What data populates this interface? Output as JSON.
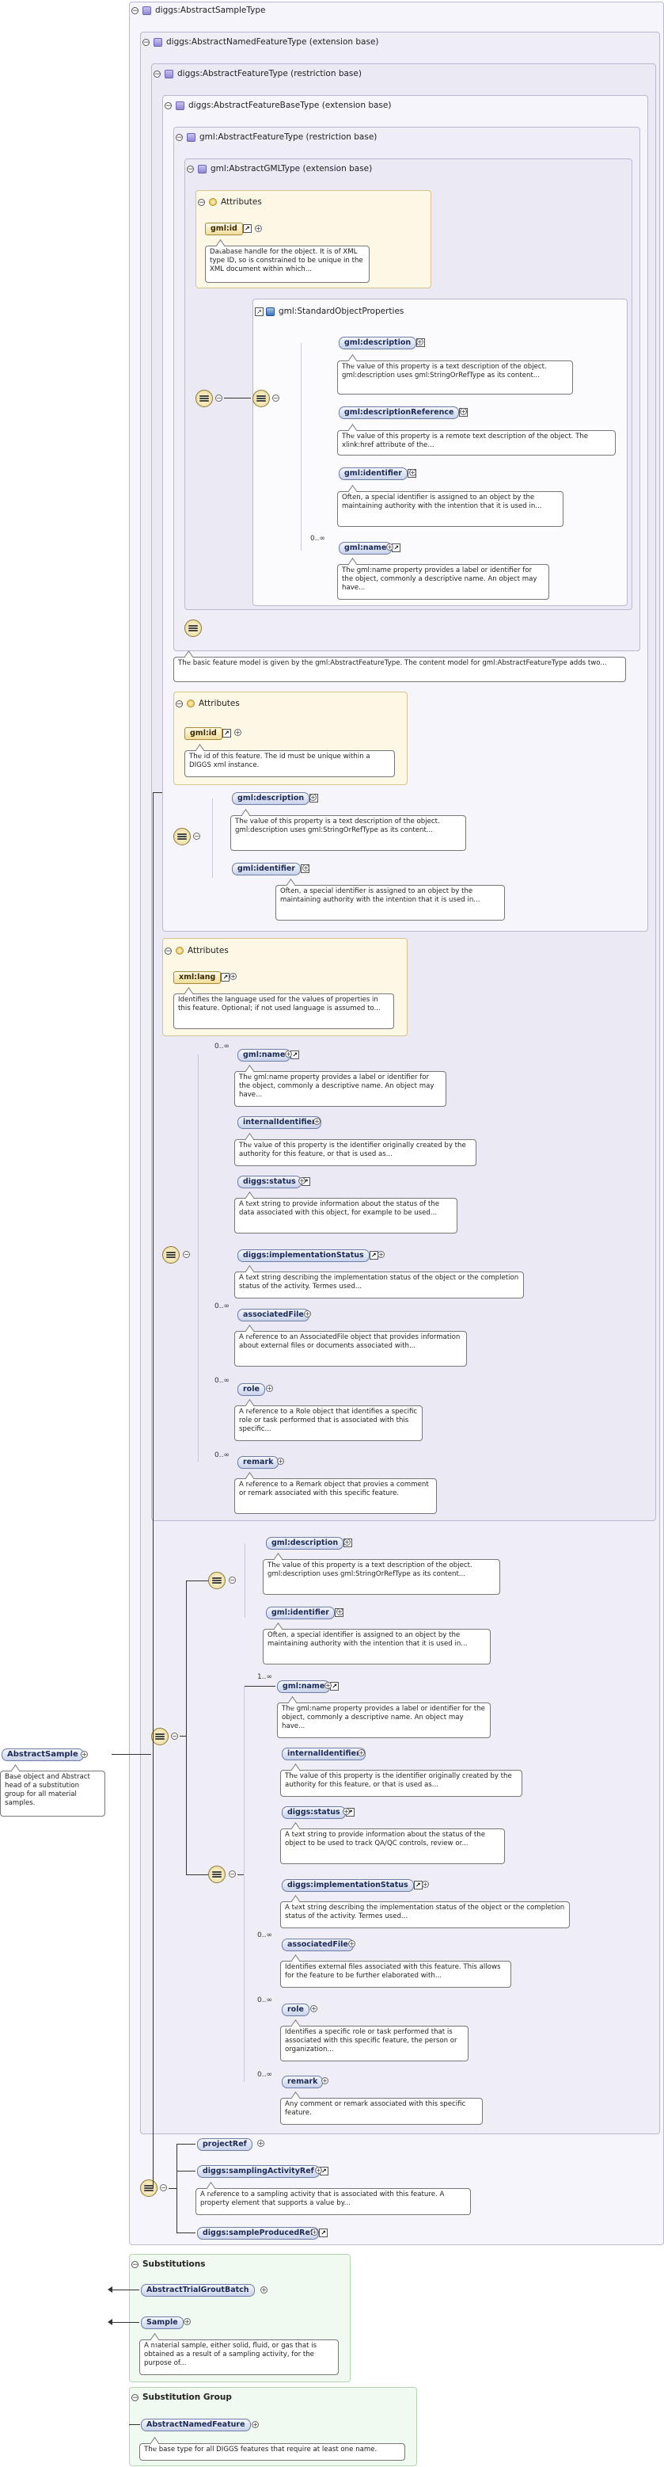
{
  "headers": {
    "abstract_sample_type": "diggs:AbstractSampleType",
    "abstract_named_feature_type": "diggs:AbstractNamedFeatureType (extension base)",
    "abstract_feature_type": "diggs:AbstractFeatureType (restriction base)",
    "abstract_feature_base_type": "diggs:AbstractFeatureBaseType (extension base)",
    "gml_abstract_feature_type": "gml:AbstractFeatureType (restriction base)",
    "gml_abstract_gml_type": "gml:AbstractGMLType (extension base)",
    "attributes": "Attributes",
    "standard_object_properties": "gml:StandardObjectProperties",
    "substitutions": "Substitutions",
    "substitution_group": "Substitution Group"
  },
  "gml_type_attr": {
    "name": "gml:id",
    "doc": "Database handle for the object. It is of XML type ID, so is constrained to be unique in the XML document within which..."
  },
  "std_props": [
    {
      "name": "gml:description",
      "doc": "The value of this property is a text description of the object. gml:description uses gml:StringOrRefType as its content..."
    },
    {
      "name": "gml:descriptionReference",
      "doc": "The value of this property is a remote text description of the object. The xlink:href attribute of the..."
    },
    {
      "name": "gml:identifier",
      "doc": "Often, a special identifier is assigned to an object by the maintaining authority with the intention that it is used in..."
    },
    {
      "name": "gml:name",
      "card": "0..∞",
      "doc": "The gml:name property provides a label or identifier for the object, commonly a descriptive name. An object may have..."
    }
  ],
  "gml_feature_doc": "The basic feature model is given by the gml:AbstractFeatureType. The content model for gml:AbstractFeatureType adds two...",
  "feature_base_attr": {
    "name": "gml:id",
    "doc": "The id of this feature. The id must be unique within a DIGGS xml instance."
  },
  "feature_base_props": [
    {
      "name": "gml:description",
      "doc": "The value of this property is a text description of the object. gml:description uses gml:StringOrRefType as its content..."
    },
    {
      "name": "gml:identifier",
      "doc": "Often, a special identifier is assigned to an object by the maintaining authority with the intention that it is used in..."
    }
  ],
  "feature_type_attr": {
    "name": "xml:lang",
    "doc": "Identifies the language used for the values of properties in this feature. Optional; if not used language is assumed to..."
  },
  "feature_type_props": [
    {
      "name": "gml:name",
      "card": "0..∞",
      "doc": "The gml:name property provides a label or identifier for the object, commonly a descriptive name. An object may have..."
    },
    {
      "name": "internalIdentifier",
      "doc": "The value of this property is the identifier originally created by the authority for this feature, or that is used as..."
    },
    {
      "name": "diggs:status",
      "doc": "A text string to provide information about the status of the data associated with this object, for example to be used..."
    },
    {
      "name": "diggs:implementationStatus",
      "doc": "A text string describing the implementation status of the object or the completion status of the activity. Termes used..."
    },
    {
      "name": "associatedFile",
      "card": "0..∞",
      "doc": "A reference to an AssociatedFile object that provides information about external files or documents associated with..."
    },
    {
      "name": "role",
      "card": "0..∞",
      "doc": "A reference to a Role object that identifies a specific role or task performed that is associated with this specific..."
    },
    {
      "name": "remark",
      "card": "0..∞",
      "doc": "A reference to a Remark object that provies a comment or remark associated with this specific feature."
    }
  ],
  "named_props_a": [
    {
      "name": "gml:description",
      "doc": "The value of this property is a text description of the object. gml:description uses gml:StringOrRefType as its content..."
    },
    {
      "name": "gml:identifier",
      "doc": "Often, a special identifier is assigned to an object by the maintaining authority with the intention that it is used in..."
    }
  ],
  "named_props_b": [
    {
      "name": "gml:name",
      "card": "1..∞",
      "doc": "The gml:name property provides a label or identifier for the object, commonly a descriptive name. An object may have..."
    },
    {
      "name": "internalIdentifier",
      "doc": "The value of this property is the identifier originally created by the authority for this feature, or that is used as..."
    },
    {
      "name": "diggs:status",
      "doc": "A text string to provide information about the status of the object to be used to track QA/QC controls, review or..."
    },
    {
      "name": "diggs:implementationStatus",
      "doc": "A text string describing the implementation status of the object or the completion status of the activity. Termes used..."
    },
    {
      "name": "associatedFile",
      "card": "0..∞",
      "doc": "Identifies external files associated with this feature. This allows for the feature to be further elaborated with..."
    },
    {
      "name": "role",
      "card": "0..∞",
      "doc": "Identifies a specific role or task performed that is associated with this specific feature, the person or organization..."
    },
    {
      "name": "remark",
      "card": "0..∞",
      "doc": "Any comment or remark associated with this specific feature."
    }
  ],
  "sample_props": [
    {
      "name": "projectRef"
    },
    {
      "name": "diggs:samplingActivityRef",
      "doc": "A reference to a sampling activity that is associated with this feature. A property element that supports a value by..."
    },
    {
      "name": "diggs:sampleProducedRef"
    }
  ],
  "root": {
    "name": "AbstractSample",
    "doc": "Base object and Abstract head of a substitution group for all material samples."
  },
  "substitutions": [
    {
      "name": "AbstractTrialGroutBatch"
    },
    {
      "name": "Sample",
      "doc": "A material sample, either solid, fluid, or gas that is obtained as a result of a sampling activity, for the purpose of..."
    }
  ],
  "substitution_group": {
    "name": "AbstractNamedFeature",
    "doc": "The base type for all DIGGS features that require at least one name."
  }
}
